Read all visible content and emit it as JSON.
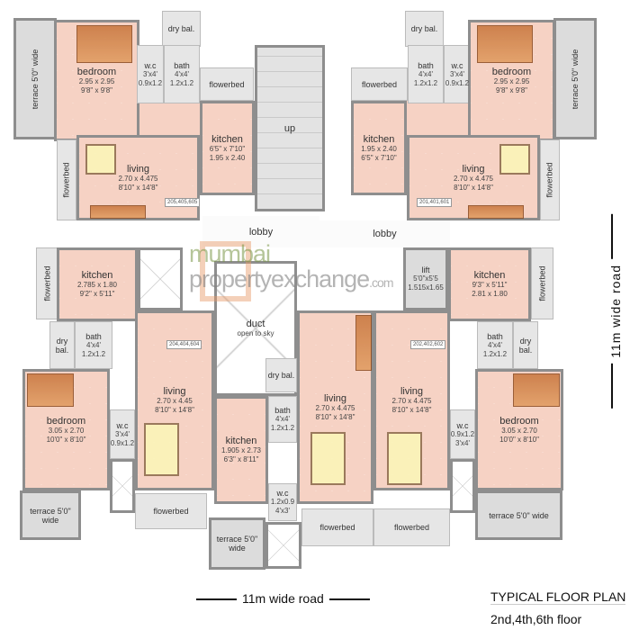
{
  "rooms": {
    "tl_terrace": {
      "label": "terrace 5'0\" wide"
    },
    "tl_bedroom": {
      "label": "bedroom",
      "dims": [
        "2.95 x 2.95",
        "9'8\" x 9'8\""
      ]
    },
    "tl_drybal": {
      "label": "dry bal."
    },
    "tl_wc": {
      "label": "w.c",
      "dims": [
        "3'x4'",
        "0.9x1.2"
      ]
    },
    "tl_bath": {
      "label": "bath",
      "dims": [
        "4'x4'",
        "1.2x1.2"
      ]
    },
    "tl_flowerbed": {
      "label": "flowerbed"
    },
    "tl_kitchen": {
      "label": "kitchen",
      "dims": [
        "6'5\" x 7'10\"",
        "1.95 x 2.40"
      ]
    },
    "tl_living": {
      "label": "living",
      "dims": [
        "2.70 x 4.475",
        "8'10\" x 14'8\""
      ]
    },
    "tl_flowerbed2": {
      "label": "flowerbed"
    },
    "stair": {
      "label": "up"
    },
    "tr_drybal": {
      "label": "dry bal."
    },
    "tr_bath": {
      "label": "bath",
      "dims": [
        "4'x4'",
        "1.2x1.2"
      ]
    },
    "tr_wc": {
      "label": "w.c",
      "dims": [
        "3'x4'",
        "0.9x1.2"
      ]
    },
    "tr_bedroom": {
      "label": "bedroom",
      "dims": [
        "2.95 x 2.95",
        "9'8\" x 9'8\""
      ]
    },
    "tr_terrace": {
      "label": "terrace 5'0\" wide"
    },
    "tr_flowerbed": {
      "label": "flowerbed"
    },
    "tr_kitchen": {
      "label": "kitchen",
      "dims": [
        "1.95 x 2.40",
        "6'5\" x 7'10\""
      ]
    },
    "tr_living": {
      "label": "living",
      "dims": [
        "2.70 x 4.475",
        "8'10\" x 14'8\""
      ]
    },
    "tr_flowerbed2": {
      "label": "flowerbed"
    },
    "lobby": {
      "label": "lobby"
    },
    "lobby2": {
      "label": "lobby"
    },
    "ml_flowerbed": {
      "label": "flowerbed"
    },
    "ml_kitchen": {
      "label": "kitchen",
      "dims": [
        "2.785 x 1.80",
        "9'2\" x 5'11\""
      ]
    },
    "ml_shaft": {
      "label": ""
    },
    "ml_drybal": {
      "label": "dry bal."
    },
    "ml_bath": {
      "label": "bath",
      "dims": [
        "4'x4'",
        "1.2x1.2"
      ]
    },
    "ml_living": {
      "label": "living",
      "dims": [
        "2.70 x 4.45",
        "8'10\" x 14'8\""
      ]
    },
    "duct": {
      "label": "duct",
      "dims": [
        "open to sky"
      ]
    },
    "bl_bedroom": {
      "label": "bedroom",
      "dims": [
        "3.05 x 2.70",
        "10'0\" x 8'10\""
      ]
    },
    "bl_wc": {
      "label": "w.c",
      "dims": [
        "3'x4'",
        "0.9x1.2"
      ]
    },
    "bl_terrace": {
      "label": "terrace 5'0\" wide"
    },
    "bl_shaft": {
      "label": ""
    },
    "bl_flowerbed": {
      "label": "flowerbed"
    },
    "c_drybal": {
      "label": "dry bal."
    },
    "c_bath": {
      "label": "bath",
      "dims": [
        "4'x4'",
        "1.2x1.2"
      ]
    },
    "c_kitchen": {
      "label": "kitchen",
      "dims": [
        "1.905 x 2.73",
        "6'3\" x 8'11\""
      ]
    },
    "c_living": {
      "label": "living",
      "dims": [
        "2.70 x 4.475",
        "8'10\" x 14'8\""
      ]
    },
    "c_wc": {
      "label": "w.c",
      "dims": [
        "1.2x0.9",
        "4'x3'"
      ]
    },
    "c_terrace": {
      "label": "terrace 5'0\" wide"
    },
    "c_shaft": {
      "label": ""
    },
    "c_flowerbed": {
      "label": "flowerbed"
    },
    "lift": {
      "label": "lift",
      "dims": [
        "5'0\"x5'5",
        "1.515x1.65"
      ]
    },
    "mr_kitchen": {
      "label": "kitchen",
      "dims": [
        "9'3\" x 5'11\"",
        "2.81 x 1.80"
      ]
    },
    "mr_flowerbed": {
      "label": "flowerbed"
    },
    "mr_bath": {
      "label": "bath",
      "dims": [
        "4'x4'",
        "1.2x1.2"
      ]
    },
    "mr_drybal": {
      "label": "dry bal."
    },
    "mr_living": {
      "label": "living",
      "dims": [
        "2.70 x 4.475",
        "8'10\" x 14'8\""
      ]
    },
    "br_wc": {
      "label": "w.c",
      "dims": [
        "0.9x1.2",
        "3'x4'"
      ]
    },
    "br_bedroom": {
      "label": "bedroom",
      "dims": [
        "3.05 x 2.70",
        "10'0\" x 8'10\""
      ]
    },
    "br_shaft": {
      "label": ""
    },
    "br_terrace": {
      "label": "terrace 5'0\" wide"
    },
    "br_flowerbed": {
      "label": "flowerbed"
    }
  },
  "unit_tags": [
    "205,405,605",
    "201,401,601",
    "204,404,604",
    "202,402,602"
  ],
  "watermark": {
    "line1": "mumbai",
    "line2": "propertyexchange",
    "suffix": ".com"
  },
  "road_right": "11m wide road",
  "road_bottom": "11m wide road",
  "title": "TYPICAL FLOOR PLAN",
  "subtitle": "2nd,4th,6th floor",
  "colors": {
    "room_fill": "#f6d2c4",
    "wall": "#8e8e8e",
    "balcony": "#dcdcdc",
    "furniture": "#c7743a"
  }
}
